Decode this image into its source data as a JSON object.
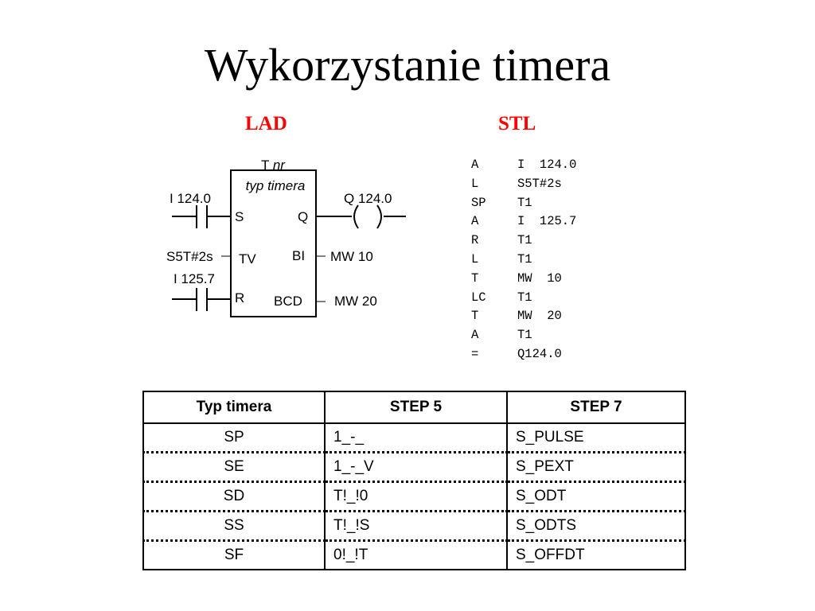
{
  "title": "Wykorzystanie timera",
  "lad_label": "LAD",
  "stl_label": "STL",
  "lad": {
    "timer_number_prefix": "T",
    "timer_number_suffix": "nr",
    "timer_type": "typ timera",
    "input_s": "I 124.0",
    "input_tv": "S5T#2s",
    "input_r": "I 125.7",
    "output_q": "Q 124.0",
    "pin_s": "S",
    "pin_tv": "TV",
    "pin_r": "R",
    "pin_q": "Q",
    "pin_bi": "BI",
    "pin_bcd": "BCD",
    "out_bi": "MW 10",
    "out_bcd": "MW 20"
  },
  "stl": [
    {
      "op": "A",
      "arg": "I  124.0"
    },
    {
      "op": "L",
      "arg": "S5T#2s"
    },
    {
      "op": "SP",
      "arg": "T1"
    },
    {
      "op": "A",
      "arg": "I  125.7"
    },
    {
      "op": "R",
      "arg": "T1"
    },
    {
      "op": "L",
      "arg": "T1"
    },
    {
      "op": "T",
      "arg": "MW  10"
    },
    {
      "op": "LC",
      "arg": "T1"
    },
    {
      "op": "T",
      "arg": "MW  20"
    },
    {
      "op": "A",
      "arg": "T1"
    },
    {
      "op": "=",
      "arg": "Q124.0"
    }
  ],
  "table": {
    "headers": [
      "Typ timera",
      "STEP 5",
      "STEP 7"
    ],
    "rows": [
      [
        "SP",
        "1_-_",
        "S_PULSE"
      ],
      [
        "SE",
        "1_-_V",
        "S_PEXT"
      ],
      [
        "SD",
        "T!_!0",
        "S_ODT"
      ],
      [
        "SS",
        "T!_!S",
        "S_ODTS"
      ],
      [
        "SF",
        "0!_!T",
        "S_OFFDT"
      ]
    ]
  }
}
